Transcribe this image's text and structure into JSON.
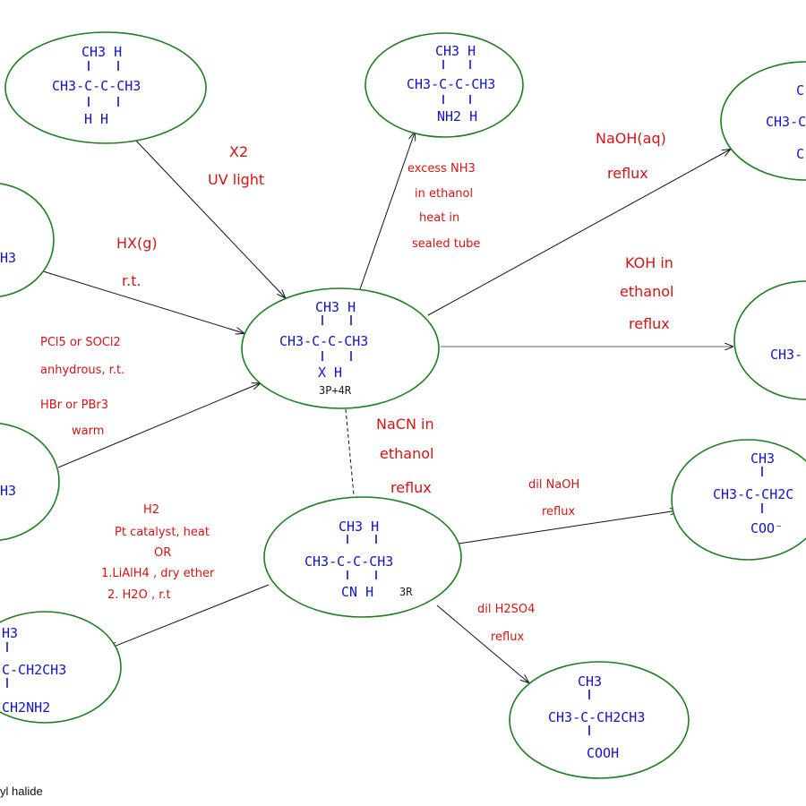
{
  "nodes": {
    "butane": {
      "top": "CH3 H",
      "main": "CH3-C-C-CH3",
      "bottom": "H   H"
    },
    "amine": {
      "top": "CH3 H",
      "main": "CH3-C-C-CH3",
      "bottom": "NH2 H"
    },
    "alcohol_partial": {
      "top": "C",
      "main": "CH3-C",
      "bottom": "C"
    },
    "alkene_left_partial": {
      "main": "H3"
    },
    "alcohol_left_partial": {
      "main": "H3"
    },
    "alkyl_halide": {
      "top": "CH3 H",
      "main": "CH3-C-C-CH3",
      "bottom": "X   H",
      "note": "3P+4R"
    },
    "alkene_right_partial": {
      "main": "CH3-"
    },
    "nitrile": {
      "top": "CH3 H",
      "main": "CH3-C-C-CH3",
      "bottom": "CN  H",
      "note": "3R"
    },
    "carboxylate": {
      "top": "CH3",
      "main": "CH3-C-CH2C",
      "bottom": "COO⁻"
    },
    "acid": {
      "top": "CH3",
      "main": "CH3-C-CH2CH3",
      "bottom": "COOH"
    },
    "amine_primary_partial": {
      "top": "H3",
      "main": "C-CH2CH3",
      "bottom": "CH2NH2"
    }
  },
  "conditions": {
    "x2": [
      "X2",
      "UV light"
    ],
    "hx": [
      "HX(g)",
      "r.t."
    ],
    "pcl5": [
      "PCl5 or SOCl2",
      "anhydrous, r.t."
    ],
    "hbr": [
      "HBr or PBr3",
      "warm"
    ],
    "nh3": [
      "excess NH3",
      "in ethanol",
      "heat in",
      "sealed tube"
    ],
    "naoh": [
      "NaOH(aq)",
      "reflux"
    ],
    "koh": [
      "KOH in",
      "ethanol",
      "reflux"
    ],
    "nacn": [
      "NaCN in",
      "ethanol",
      "reflux"
    ],
    "dil_naoh": [
      "dil NaOH",
      "reflux"
    ],
    "dil_h2so4": [
      "dil H2SO4",
      "reflux"
    ],
    "reduction": [
      "H2",
      "Pt catalyst, heat",
      "OR",
      "1.LiAlH4 , dry ether",
      "2. H2O , r.t"
    ]
  },
  "caption": "yl halide"
}
